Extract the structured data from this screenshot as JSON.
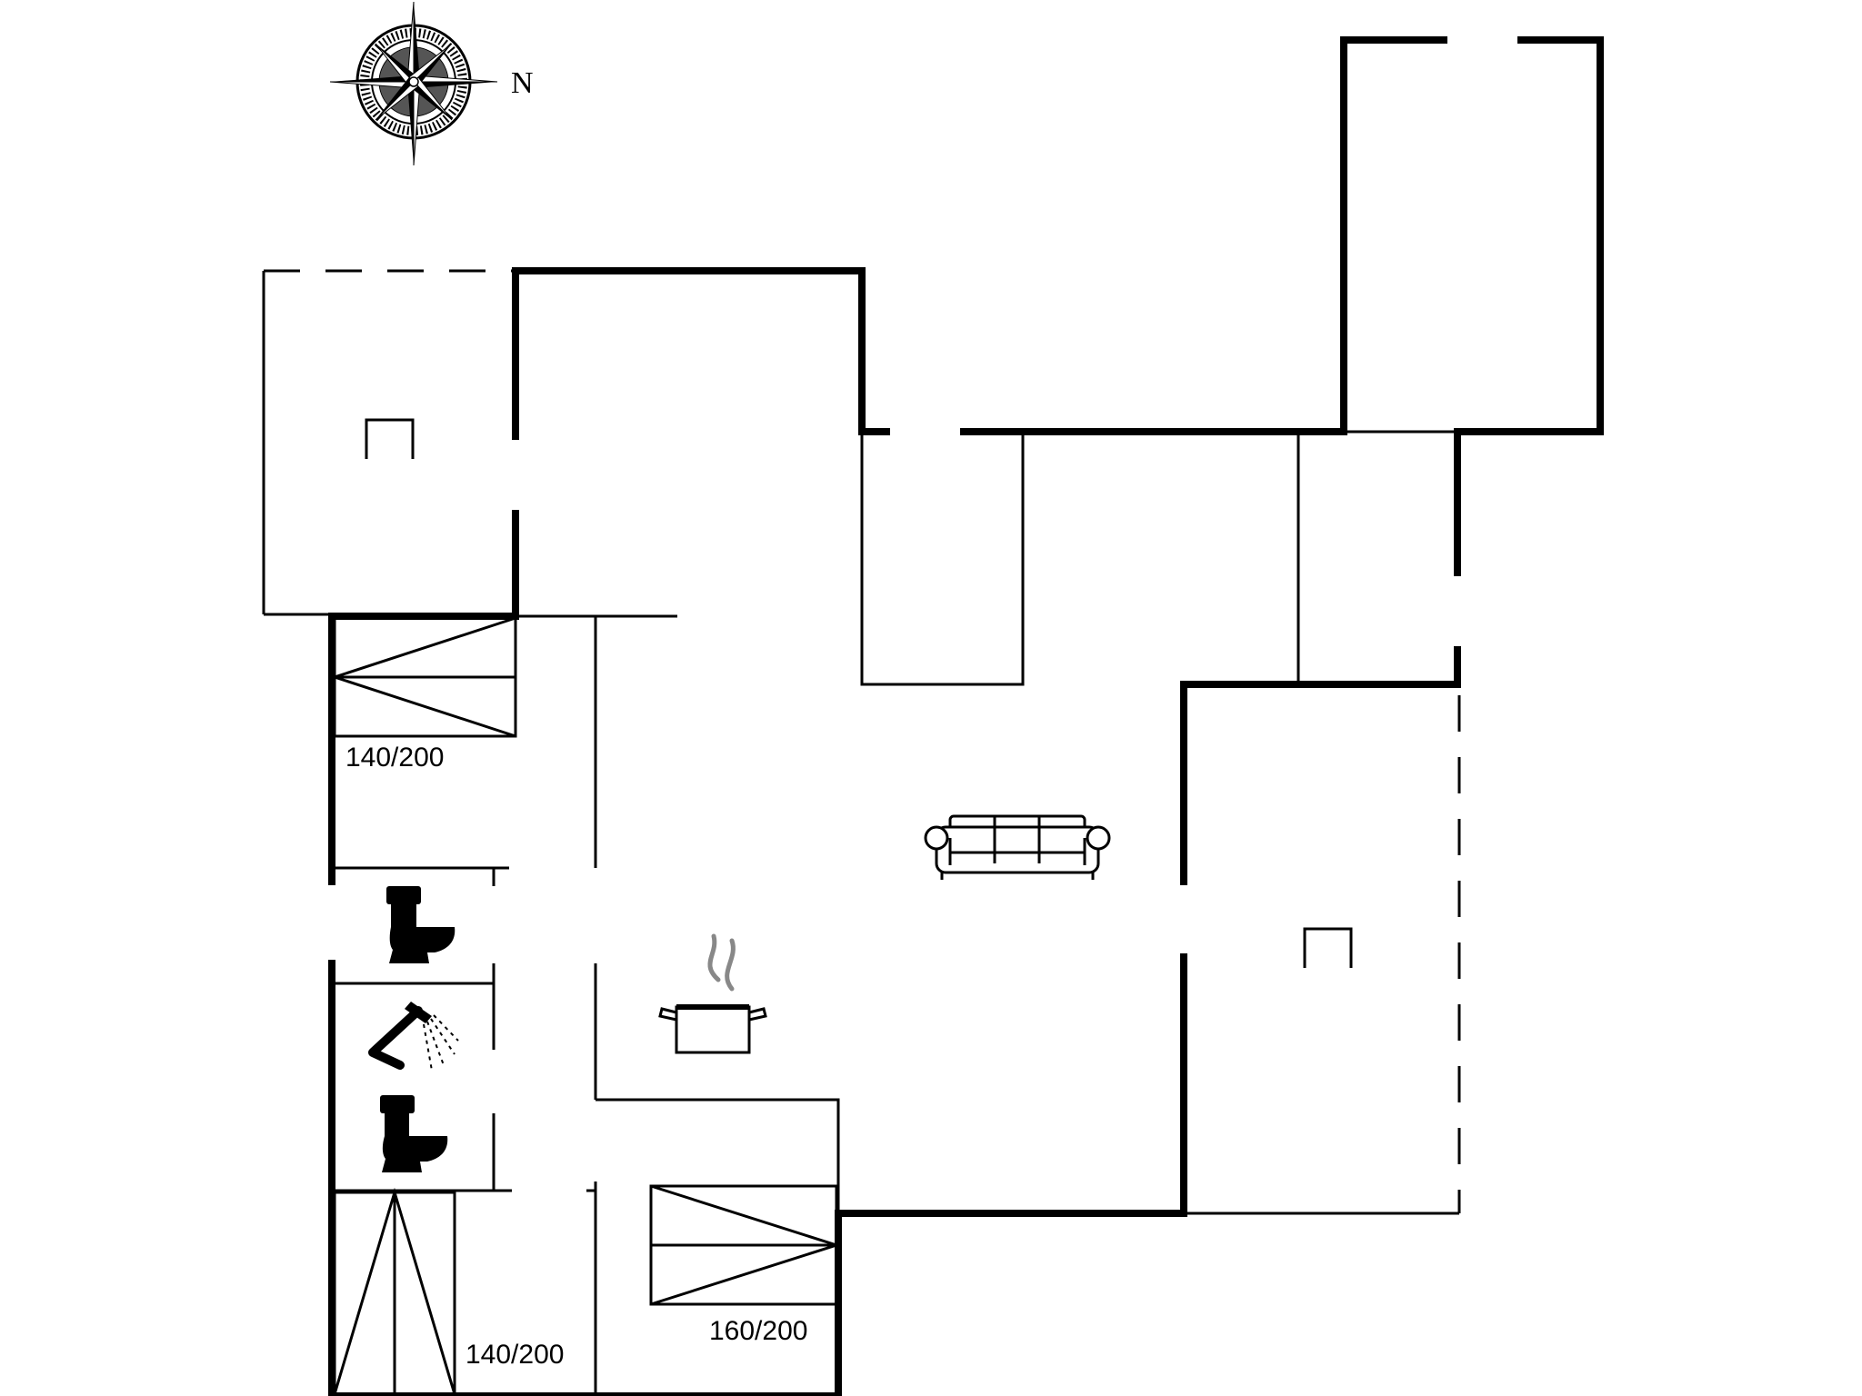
{
  "compass": {
    "north_label": "N"
  },
  "bed_sizes": {
    "bed_upper_left": "140/200",
    "bed_lower_left": "140/200",
    "bed_lower_center": "160/200"
  },
  "icons": [
    "compass-rose-icon",
    "sofa-icon",
    "cooking-pot-icon",
    "toilet-icon",
    "shower-icon",
    "bed-icon",
    "fireplace-icon"
  ],
  "colors": {
    "wall": "#000000",
    "background": "#ffffff"
  }
}
